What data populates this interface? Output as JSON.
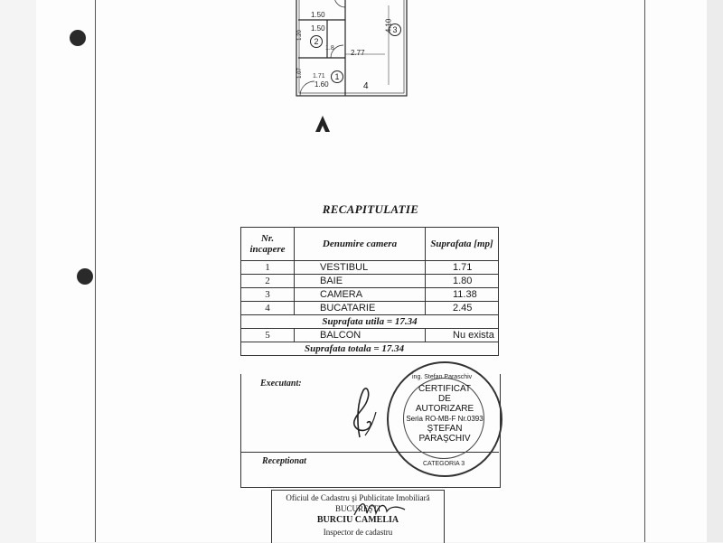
{
  "floor_plan": {
    "dims": {
      "top_width": "1.50",
      "corridor_width": "1.50",
      "room3_width": "2.77",
      "room3_height": "4.10",
      "vestibule_width": "1.60",
      "left_small": "1.20",
      "left_lower": "1.07"
    },
    "rooms": {
      "r1": "1",
      "r2": "2",
      "r3": "3",
      "r4": "4"
    },
    "areas": {
      "bath": "1.8",
      "vestibule": "1.71"
    }
  },
  "recap": {
    "title": "RECAPITULATIE",
    "headers": {
      "nr": "Nr. incapere",
      "name": "Denumire camera",
      "area": "Suprafata [mp]"
    },
    "rows": [
      {
        "nr": "1",
        "name": "VESTIBUL",
        "area": "1.71"
      },
      {
        "nr": "2",
        "name": "BAIE",
        "area": "1.80"
      },
      {
        "nr": "3",
        "name": "CAMERA",
        "area": "11.38"
      },
      {
        "nr": "4",
        "name": "BUCATARIE",
        "area": "2.45"
      }
    ],
    "useful_area": "Suprafata utila = 17.34",
    "balcony": {
      "nr": "5",
      "name": "BALCON",
      "area": "Nu exista"
    },
    "total_area": "Suprafata totala = 17.34"
  },
  "signoff": {
    "executant": "Executant:",
    "receptionat": "Receptionat"
  },
  "stamp": {
    "name_top": "ing. Stefan Paraschiv",
    "line1": "CERTIFICAT",
    "line2": "DE",
    "line3": "AUTORIZARE",
    "serial": "Seria RO-MB-F Nr.0393",
    "line5": "ŞTEFAN",
    "line6": "PARAŞCHIV",
    "category": "CATEGORIA 3"
  },
  "ocpi": {
    "line1": "Oficiul de Cadastru şi Publicitate Imobiliară",
    "line2": "BUCUREŞTI",
    "line3": "BURCIU CAMELIA",
    "line4": "Inspector de cadastru"
  }
}
